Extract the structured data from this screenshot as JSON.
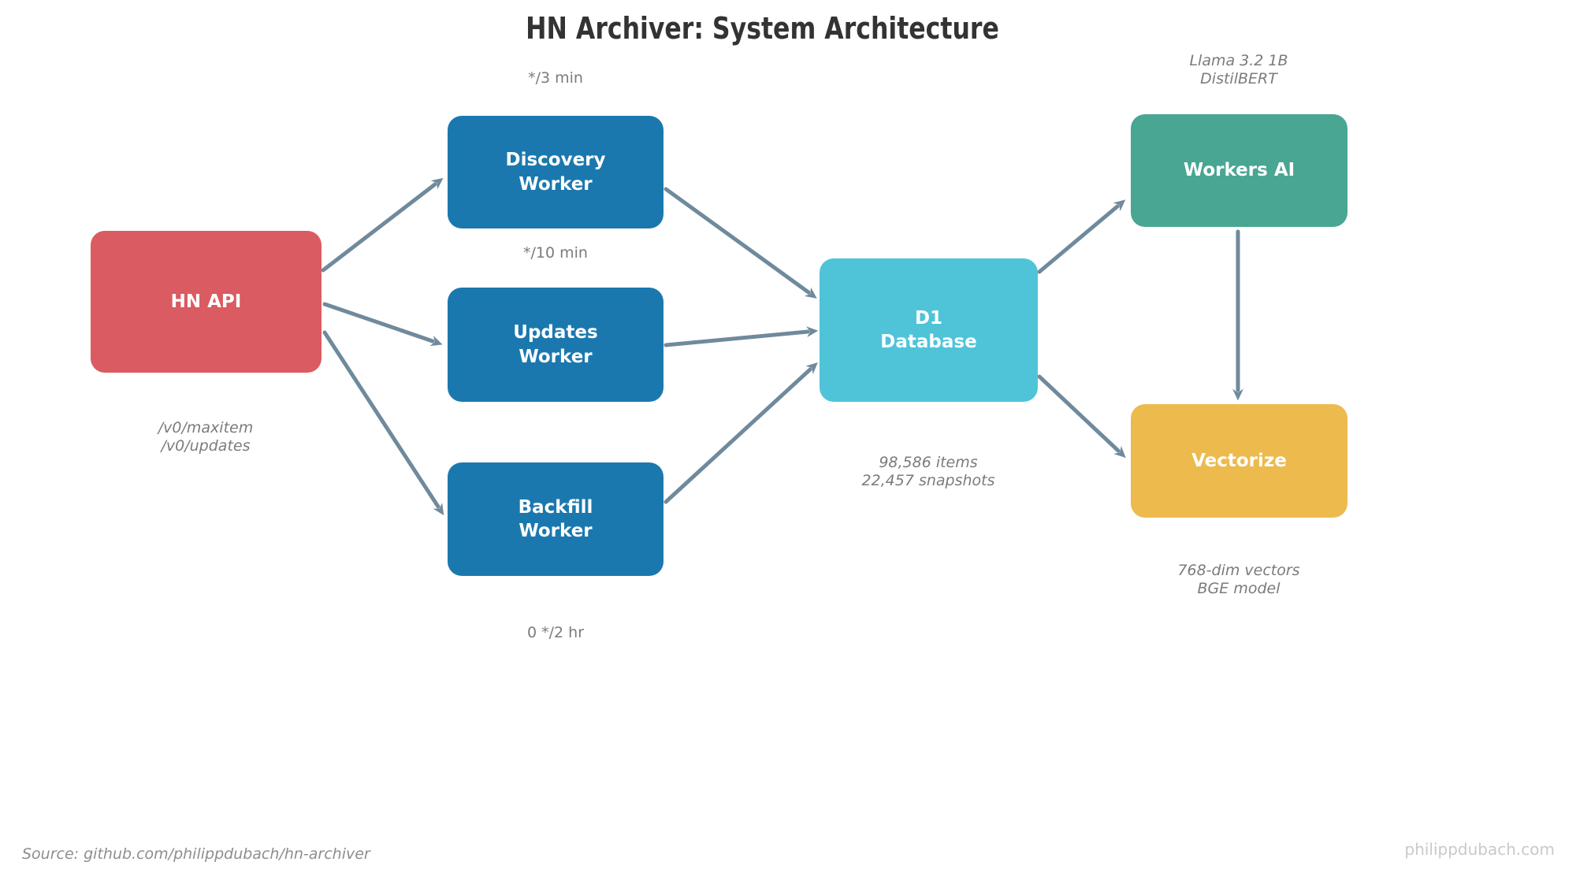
{
  "title": "HN Archiver: System Architecture",
  "nodes": {
    "hn_api": {
      "label": "HN API",
      "color": "#da5b61"
    },
    "discovery_worker": {
      "label": "Discovery\nWorker",
      "color": "#1b78ae"
    },
    "updates_worker": {
      "label": "Updates\nWorker",
      "color": "#1b78ae"
    },
    "backfill_worker": {
      "label": "Backfill\nWorker",
      "color": "#1b78ae"
    },
    "d1_database": {
      "label": "D1\nDatabase",
      "color": "#4fc4d9"
    },
    "workers_ai": {
      "label": "Workers AI",
      "color": "#48a693"
    },
    "vectorize": {
      "label": "Vectorize",
      "color": "#edba4d"
    }
  },
  "annotations": {
    "discovery_schedule": {
      "text": "*/3 min"
    },
    "updates_schedule": {
      "text": "*/10 min"
    },
    "backfill_schedule": {
      "text": "0 */2 hr"
    },
    "hn_api_endpoints": {
      "text": "/v0/maxitem\n/v0/updates"
    },
    "d1_stats": {
      "text": "98,586 items\n22,457 snapshots"
    },
    "workers_ai_models": {
      "text": "Llama 3.2 1B\nDistilBERT"
    },
    "vectorize_details": {
      "text": "768-dim vectors\nBGE model"
    }
  },
  "edges": [
    {
      "from": "hn_api",
      "to": "discovery_worker"
    },
    {
      "from": "hn_api",
      "to": "updates_worker"
    },
    {
      "from": "hn_api",
      "to": "backfill_worker"
    },
    {
      "from": "discovery_worker",
      "to": "d1_database"
    },
    {
      "from": "updates_worker",
      "to": "d1_database"
    },
    {
      "from": "backfill_worker",
      "to": "d1_database"
    },
    {
      "from": "d1_database",
      "to": "workers_ai"
    },
    {
      "from": "d1_database",
      "to": "vectorize"
    },
    {
      "from": "workers_ai",
      "to": "vectorize"
    }
  ],
  "footer": {
    "source": "Source: github.com/philippdubach/hn-archiver",
    "credit": "philippdubach.com"
  },
  "colors": {
    "arrow": "#6f8a9c",
    "title_text": "#333333",
    "annotation_text": "#7b7b7b",
    "node_text": "#ffffff",
    "footer_source_text": "#8d8d8d",
    "footer_credit_text": "#c9c9c9",
    "background": "#ffffff"
  }
}
